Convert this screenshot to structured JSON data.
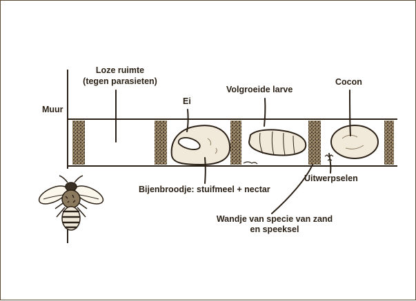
{
  "labels": {
    "muur": "Muur",
    "loze_ruimte_1": "Loze ruimte",
    "loze_ruimte_2": "(tegen parasieten)",
    "ei": "Ei",
    "volgroeide_larve": "Volgroeide larve",
    "cocon": "Cocon",
    "bijenbroodje": "Bijenbroodje: stuifmeel + nectar",
    "uitwerpselen": "Uitwerpselen",
    "wandje_1": "Wandje van specie van zand",
    "wandje_2": "en speeksel"
  },
  "colors": {
    "ink": "#2b2015",
    "border": "#5a4a35",
    "plug": "#3a3025",
    "plug_light": "#8c7a5e"
  },
  "icons": [
    "bee-icon"
  ]
}
